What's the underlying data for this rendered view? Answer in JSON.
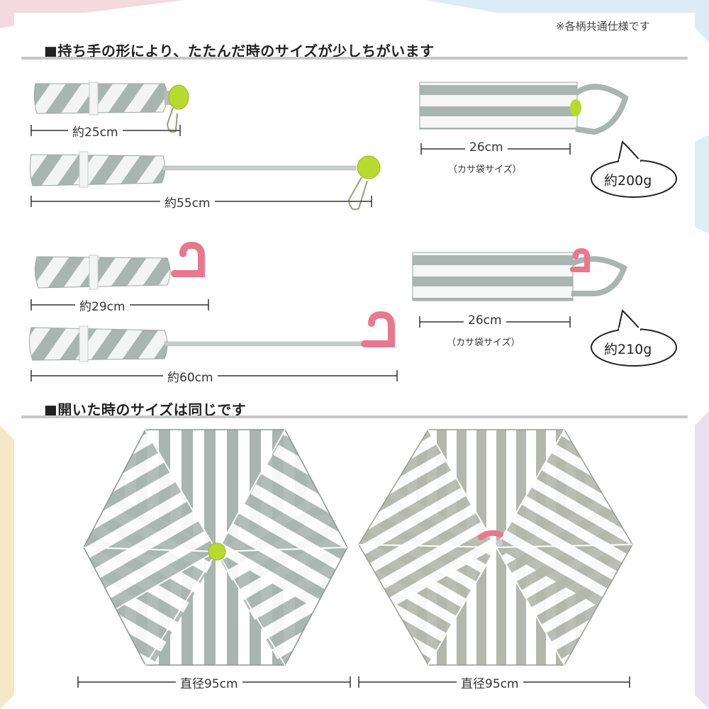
{
  "note": "※各柄共通仕様です",
  "section1": {
    "title": "■持ち手の形により、たたんだ時のサイズが少しちがいます",
    "green_handle": {
      "folded_length": "約25cm",
      "extended_length": "約55cm",
      "case_length": "26cm",
      "case_caption": "（カサ袋サイズ）",
      "weight": "約200g",
      "handle_color": "#b8d930"
    },
    "pink_handle": {
      "folded_length": "約29cm",
      "extended_length": "約60cm",
      "case_length": "26cm",
      "case_caption": "（カサ袋サイズ）",
      "weight": "約210g",
      "handle_color": "#e8788e"
    }
  },
  "section2": {
    "title": "■開いた時のサイズは同じです",
    "left_diameter": "直径95cm",
    "right_diameter": "直径95cm"
  },
  "colors": {
    "stripe_left": "#a9b5b1",
    "stripe_right": "#b3b7ac",
    "green_handle": "#b8d930",
    "pink_handle": "#e8788e"
  }
}
